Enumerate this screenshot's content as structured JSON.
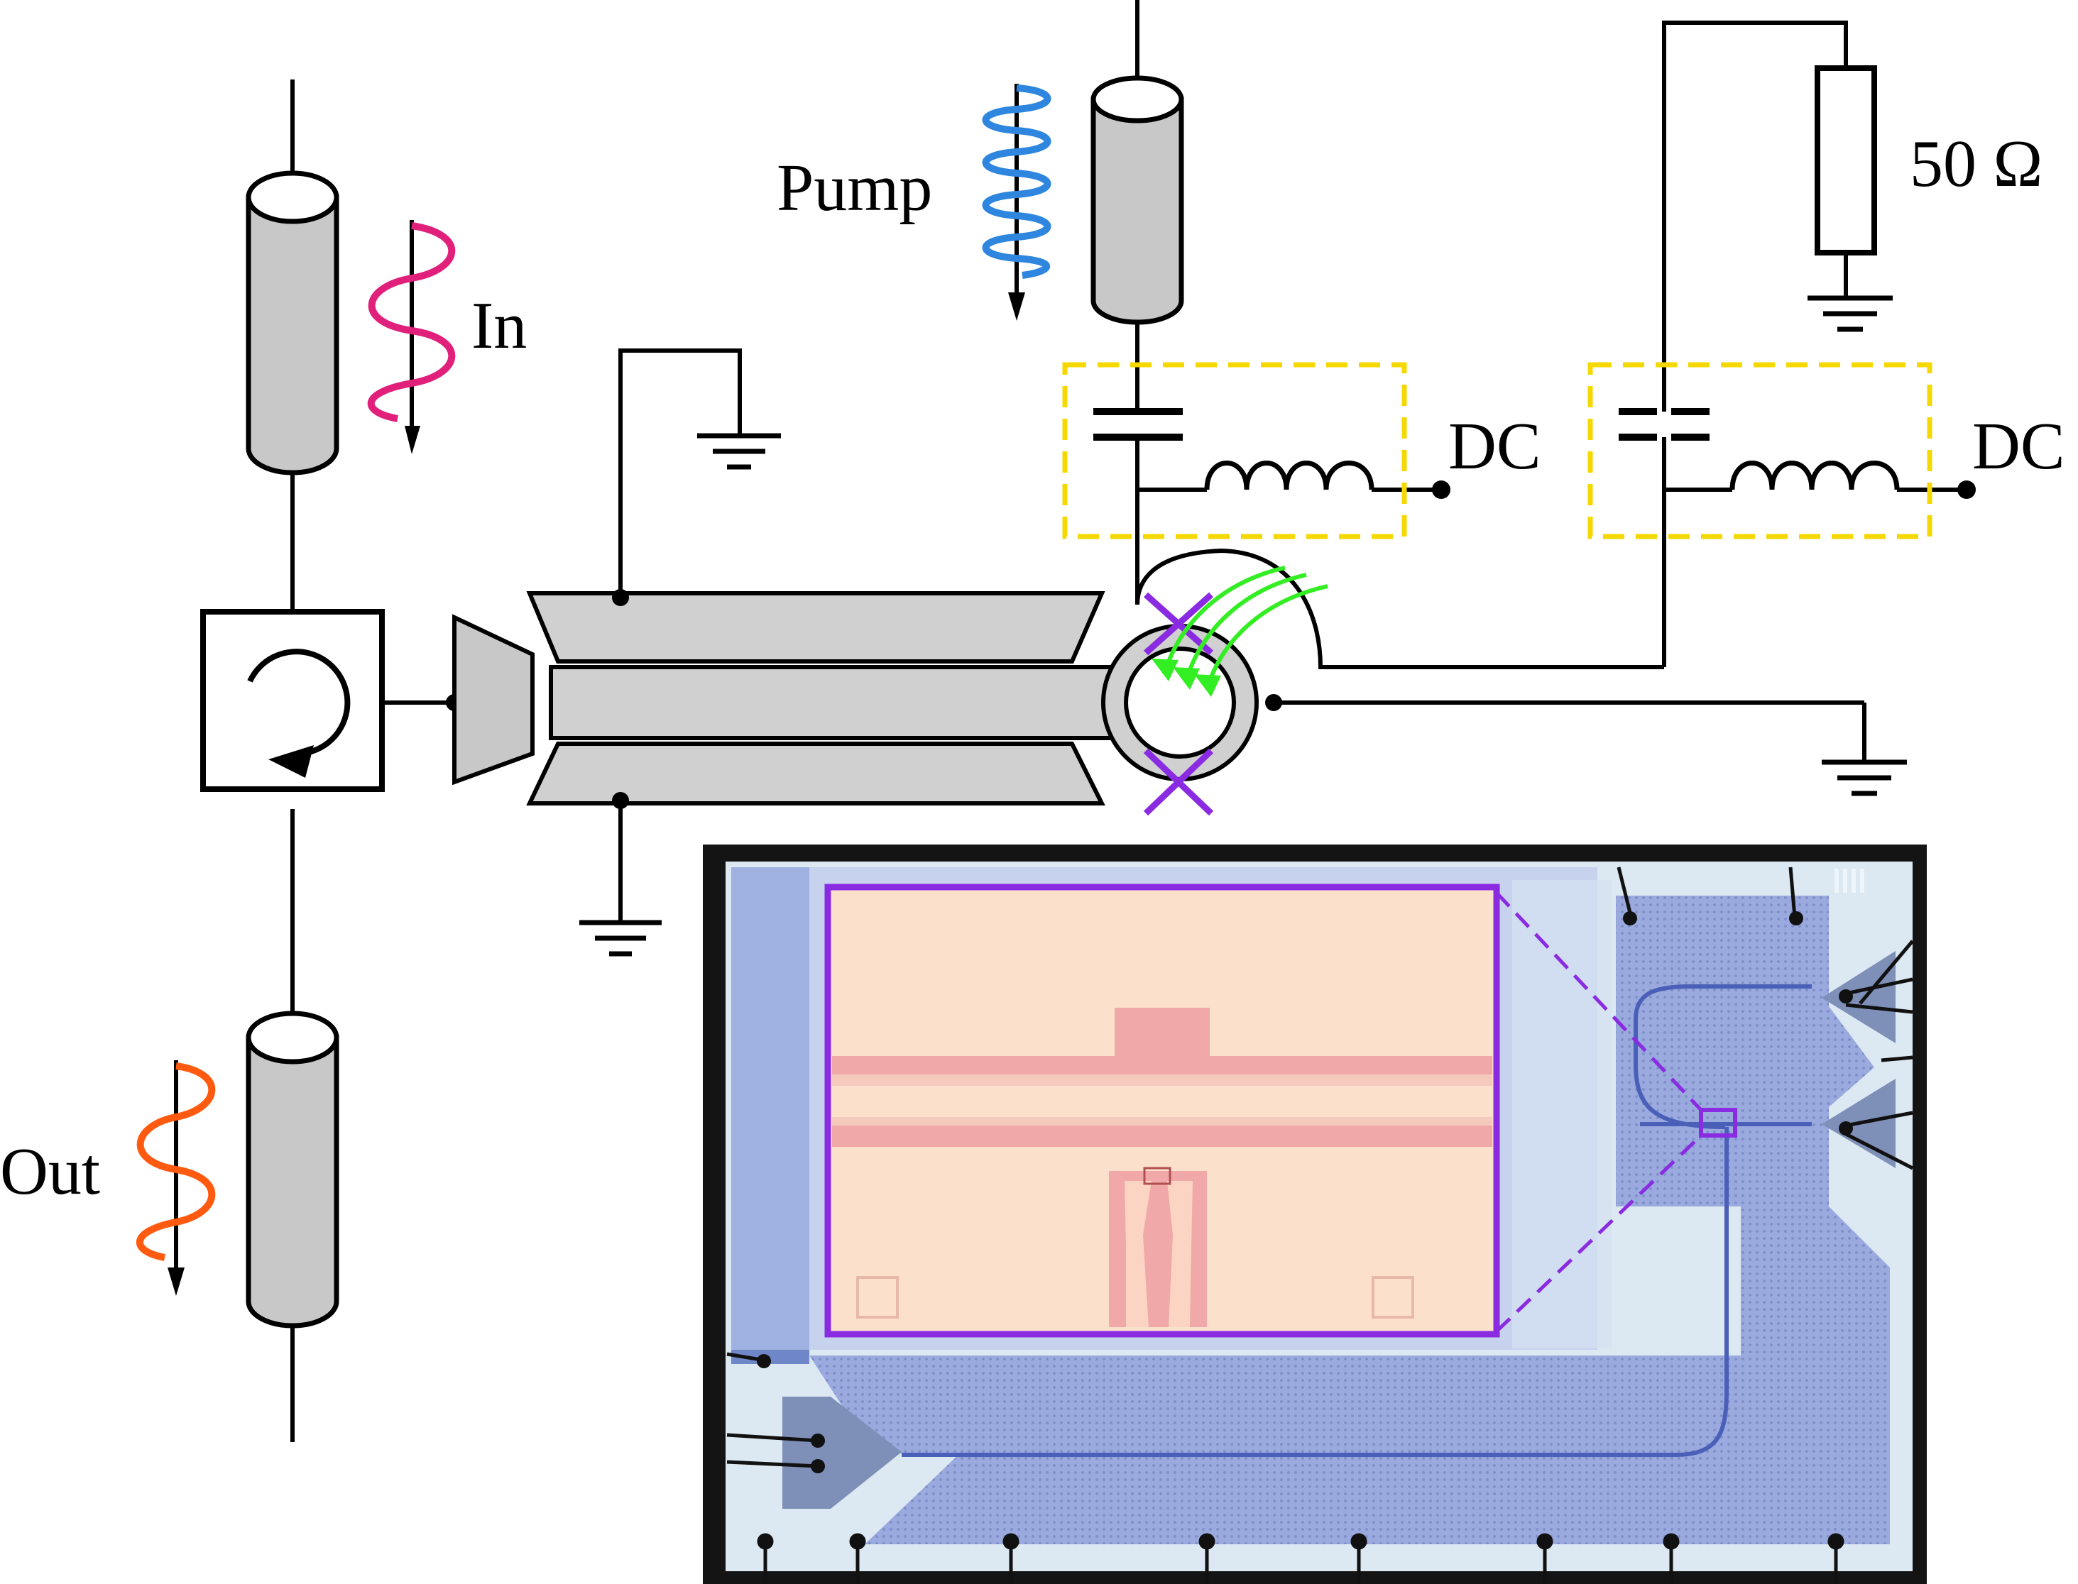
{
  "labels": {
    "pump": "Pump",
    "in": "In",
    "out": "Out",
    "dc_left": "DC",
    "dc_right": "DC",
    "resistor": "50 Ω"
  },
  "colors": {
    "line": "#000000",
    "coax_fill": "#c8c8c8",
    "resonator_fill": "#d0d0d0",
    "pump_wave": "#2e86de",
    "in_wave": "#e0207a",
    "out_wave": "#ff5a10",
    "bias_tee_box": "#f5d800",
    "squid_junction": "#8a2be2",
    "flux_arrows": "#33ee22",
    "chip_frame": "#111111",
    "chip_substrate": "#9aa9de",
    "chip_border_metal": "#dde8f2",
    "inset_frame": "#8a2be2",
    "inset_fill": "#fbe0cc",
    "inset_traces": "#f0a8a8"
  },
  "icons": {
    "circulator": "circulator-icon",
    "ground": "ground-icon",
    "capacitor": "capacitor-icon",
    "inductor": "inductor-icon",
    "resistor": "resistor-icon",
    "coax": "coaxial-cable-icon",
    "squid": "squid-loop-icon",
    "launcher": "launcher-taper-icon"
  }
}
